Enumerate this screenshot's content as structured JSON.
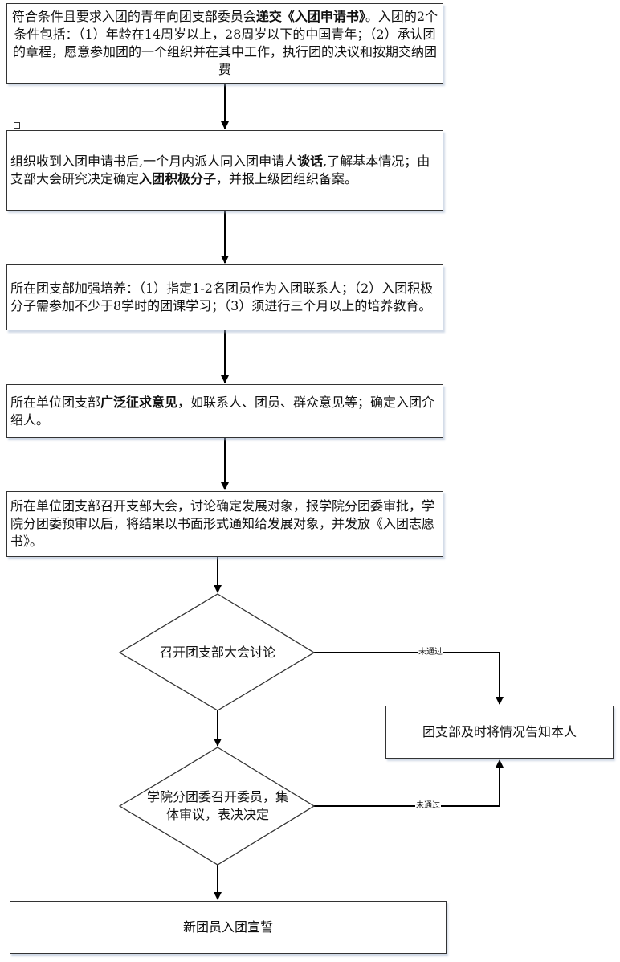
{
  "steps": [
    {
      "pre": "符合条件且要求入团的青年向团支部委员会",
      "bold": "递交《入团申请书》",
      "post": "。入团的2个条件包括：（1）年龄在14周岁以上，28周岁以下的中国青年；（2）承认团的章程，愿意参加团的一个组织并在其中工作，执行团的决议和按期交纳团费"
    },
    {
      "pre": "组织收到入团申请书后,一个月内派人同入团申请人",
      "bold": "谈话",
      "mid": ",了解基本情况；由支部大会研究决定确定",
      "bold2": "入团积极分子",
      "post": "，并报上级团组织备案。"
    },
    {
      "text": "所在团支部加强培养：（1）指定1-2名团员作为入团联系人；（2）入团积极分子需参加不少于8学时的团课学习；（3）须进行三个月以上的培养教育。"
    },
    {
      "pre": "所在单位团支部",
      "bold": "广泛征求意见",
      "post": "，如联系人、团员、群众意见等；确定入团介绍人。"
    },
    {
      "text": "所在单位团支部召开支部大会，讨论确定发展对象，报学院分团委审批，学院分团委预审以后，将结果以书面形式通知给发展对象，并发放《入团志愿书》。"
    }
  ],
  "decisions": [
    {
      "text": "召开团支部大会讨论",
      "branch_label": "未通过"
    },
    {
      "text": "学院分团委召开委员，集体审议，表决决定",
      "branch_label": "未通过"
    }
  ],
  "reject_box": "团支部及时将情况告知本人",
  "final_box": "新团员入团宣誓"
}
